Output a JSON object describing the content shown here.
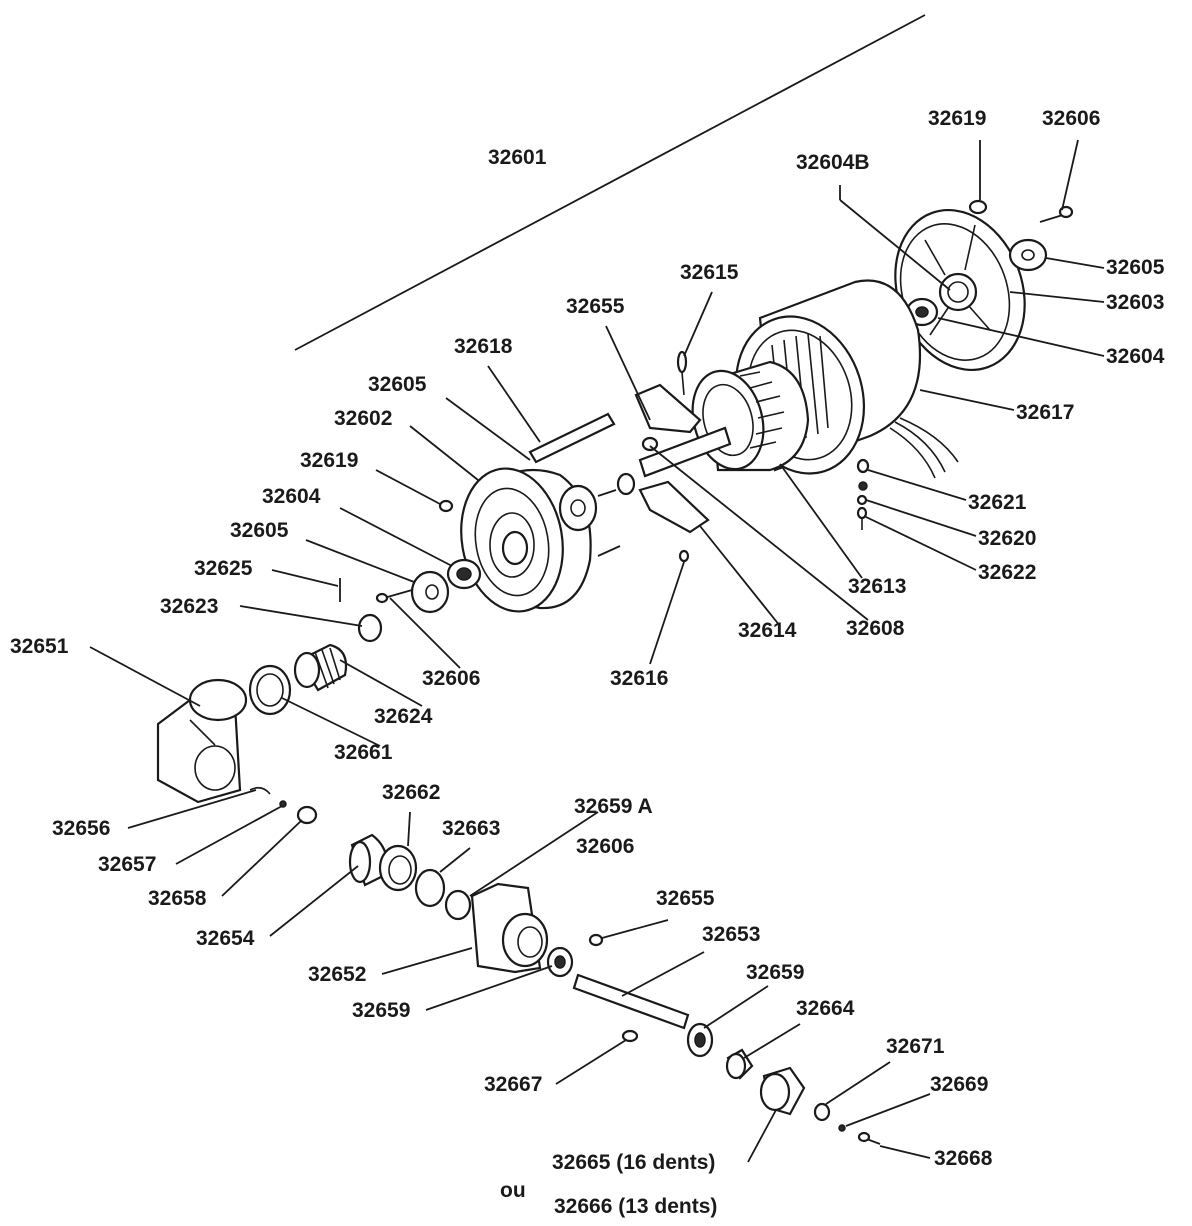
{
  "diagram": {
    "labels": {
      "l32601": "32601",
      "l32619a": "32619",
      "l32606a": "32606",
      "l32604B": "32604B",
      "l32605a": "32605",
      "l32603": "32603",
      "l32604a": "32604",
      "l32615": "32615",
      "l32655a": "32655",
      "l32617": "32617",
      "l32618": "32618",
      "l32605b": "32605",
      "l32602": "32602",
      "l32619b": "32619",
      "l32604b": "32604",
      "l32605c": "32605",
      "l32625": "32625",
      "l32623": "32623",
      "l32651": "32651",
      "l32621": "32621",
      "l32620": "32620",
      "l32622": "32622",
      "l32613": "32613",
      "l32614": "32614",
      "l32608": "32608",
      "l32606b": "32606",
      "l32616": "32616",
      "l32624": "32624",
      "l32661": "32661",
      "l32662": "32662",
      "l32659A": "32659 A",
      "l32663": "32663",
      "l32606c": "32606",
      "l32656": "32656",
      "l32657": "32657",
      "l32658": "32658",
      "l32654": "32654",
      "l32655b": "32655",
      "l32653": "32653",
      "l32652": "32652",
      "l32659a": "32659",
      "l32659b": "32659",
      "l32664": "32664",
      "l32667": "32667",
      "l32671": "32671",
      "l32669": "32669",
      "l32665": "32665 (16 dents)",
      "l32668": "32668",
      "lou": "ou",
      "l32666": "32666 (13 dents)"
    }
  }
}
